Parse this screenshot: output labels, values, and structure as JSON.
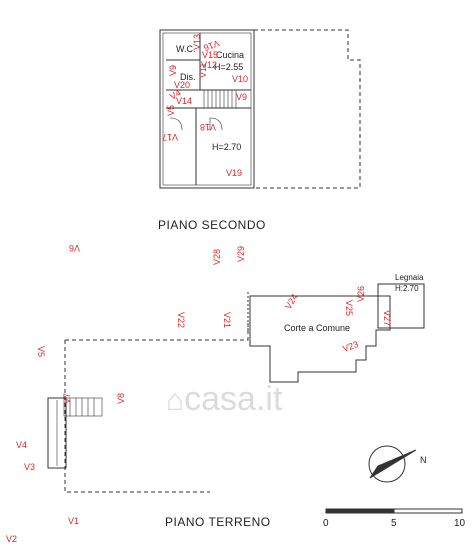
{
  "upper_floor": {
    "heading": "PIANO SECONDO",
    "rooms": {
      "wc": "W.C.",
      "kitchen": "Cucina",
      "kitchen_h": "H=2.55",
      "dis": "Dis.",
      "room_h": "H=2.70"
    },
    "marks": [
      "V13",
      "V12",
      "V16",
      "V10",
      "V11",
      "V9",
      "V4",
      "V5",
      "V9",
      "V17",
      "V18",
      "V19",
      "V20",
      "V15",
      "V14"
    ]
  },
  "ground_floor": {
    "heading": "PIANO TERRENO",
    "rooms": {
      "court": "Corte a Comune",
      "shed": "Legnaia",
      "shed_h": "H:2.70"
    },
    "marks": [
      "V6",
      "V28",
      "V29",
      "V22",
      "V21",
      "V24",
      "V25",
      "V26",
      "V27",
      "V23",
      "V5",
      "V7",
      "V8",
      "V4",
      "V3",
      "V2",
      "V1"
    ]
  },
  "scale_bar": {
    "labels": [
      "0",
      "5",
      "10"
    ]
  },
  "compass": {
    "label": "N"
  },
  "watermark": {
    "text": "casa.it"
  }
}
